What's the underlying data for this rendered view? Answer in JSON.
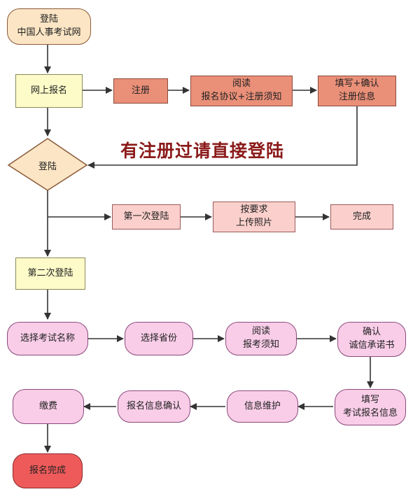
{
  "nodes": {
    "start": "登陆\n中国人事考试网",
    "online_signup": "网上报名",
    "register": "注册",
    "read_agreement": "阅读\n报名协议+注册须知",
    "fill_confirm": "填写+确认\n注册信息",
    "login_decision": "登陆",
    "first_login": "第一次登陆",
    "upload_photo": "按要求\n上传照片",
    "done": "完成",
    "second_login": "第二次登陆",
    "select_exam": "选择考试名称",
    "select_province": "选择省份",
    "read_exam_notice": "阅读\n报考须知",
    "confirm_integrity": "确认\n诚信承诺书",
    "fill_exam_info": "填写\n考试报名信息",
    "maintain_info": "信息维护",
    "confirm_signup_info": "报名信息确认",
    "pay_fee": "缴费",
    "signup_complete": "报名完成"
  },
  "note": "有注册过请直接登陆",
  "colors": {
    "arrow": "#333333",
    "note": "#8b1a1a"
  }
}
